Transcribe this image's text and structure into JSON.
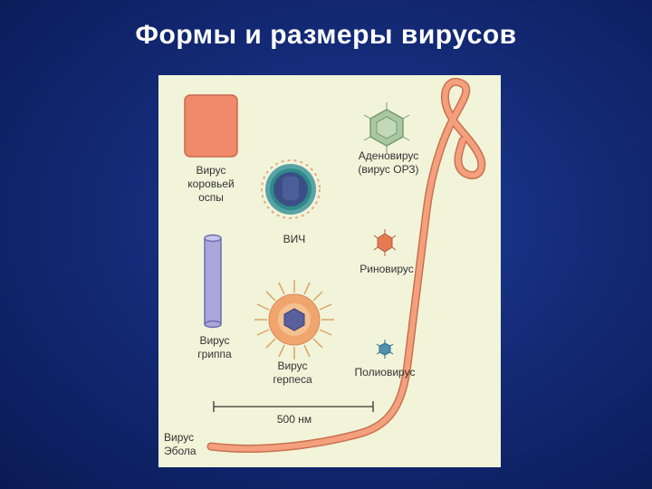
{
  "title": "Формы и размеры вирусов",
  "labels": {
    "cowpox": [
      "Вирус",
      "коровьей",
      "оспы"
    ],
    "adenovirus": [
      "Аденовирус",
      "(вирус ОРЗ)"
    ],
    "hiv": "ВИЧ",
    "rhinovirus": "Риновирус",
    "influenza": [
      "Вирус",
      "гриппа"
    ],
    "herpes": [
      "Вирус",
      "герпеса"
    ],
    "poliovirus": "Полиовирус",
    "scale": "500 нм",
    "ebola": [
      "Вирус",
      "Эбола"
    ]
  },
  "colors": {
    "background": "#142b78",
    "panel": "#f1f4d9",
    "cowpox": "#f08a6a",
    "hiv_core": "#3b4f86",
    "adeno": "#a9c7a0",
    "influenza": "#a9a6d9",
    "herpes_core": "#5a5f9e",
    "ebola": "#f08a6a"
  }
}
